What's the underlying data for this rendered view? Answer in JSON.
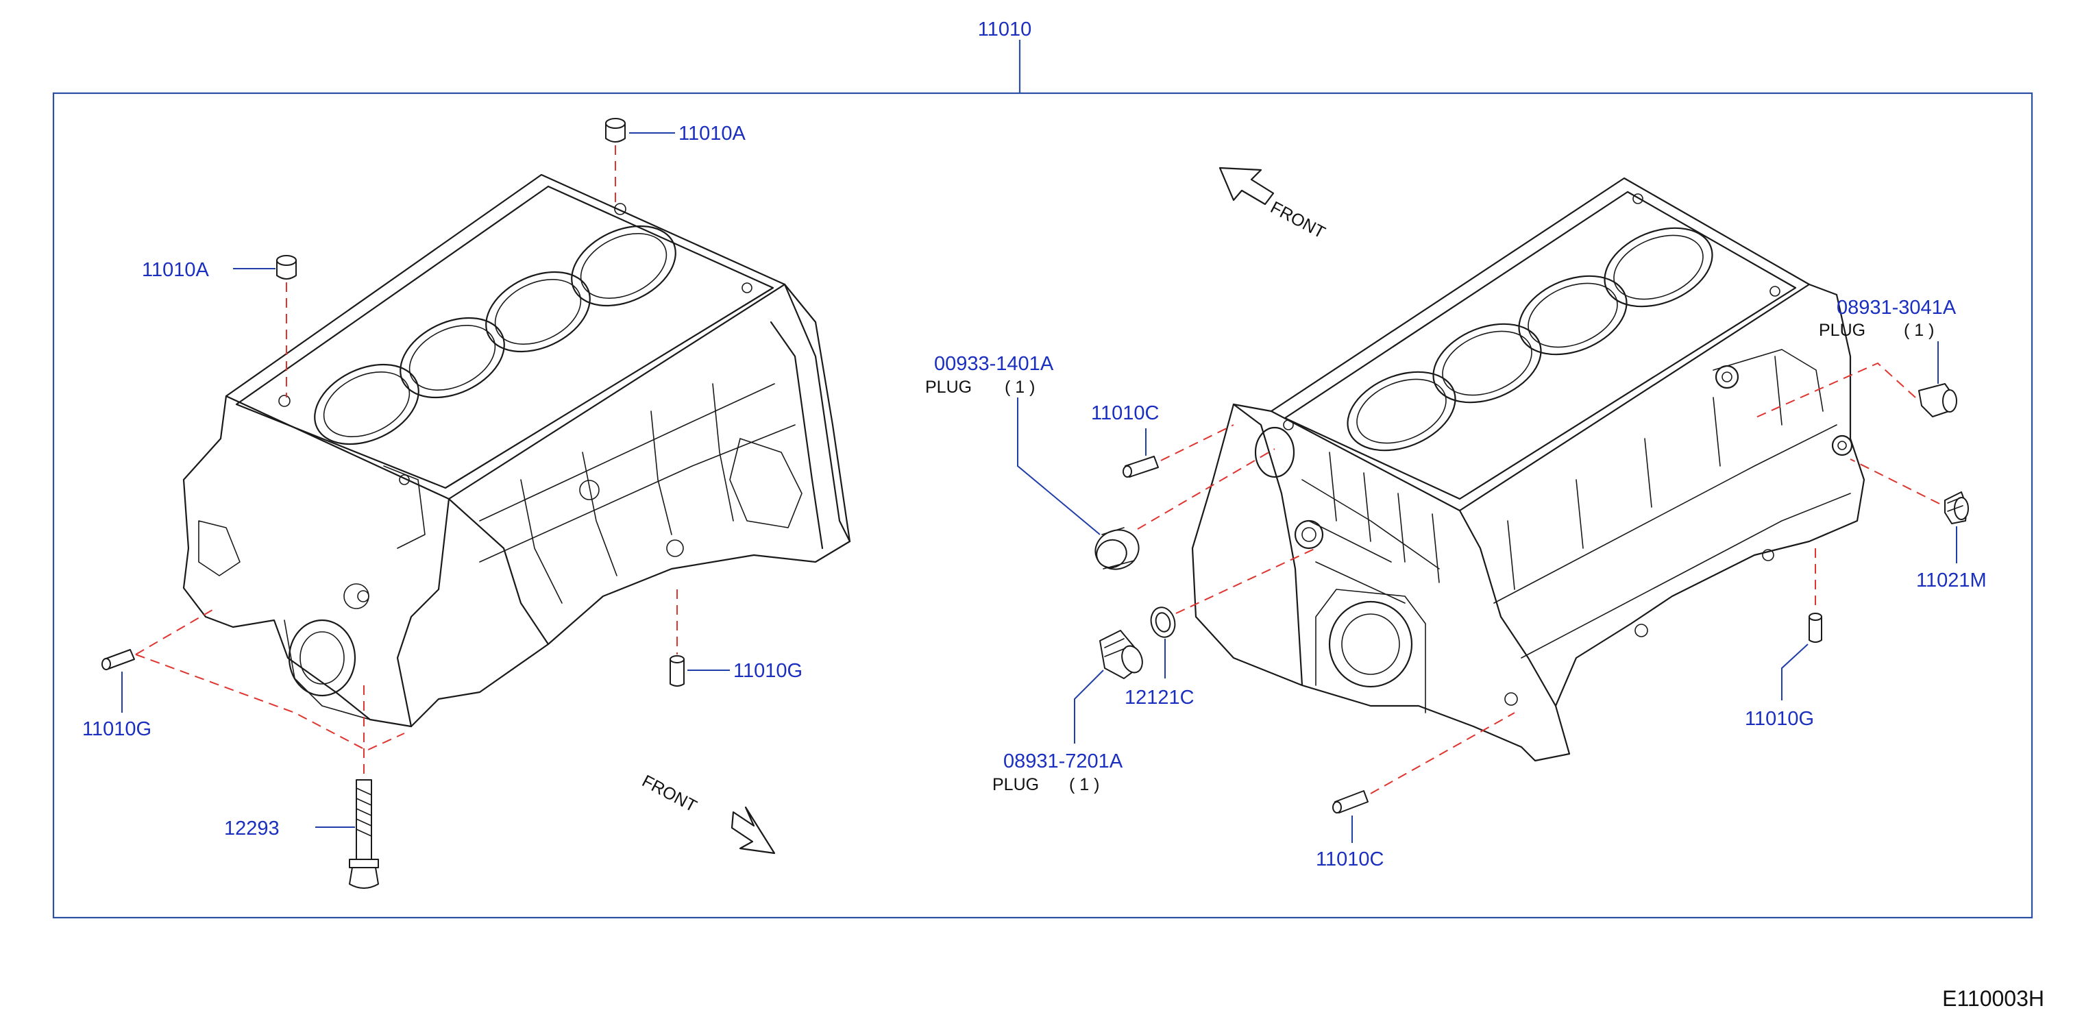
{
  "frame_label": "11010",
  "drawing_code": "E110003H",
  "callouts": {
    "c11010A_top": "11010A",
    "c11010A_left": "11010A",
    "c11010G_left": "11010G",
    "c11010G_mid": "11010G",
    "c12293": "12293",
    "c00933": "00933-1401A",
    "c11010C_top": "11010C",
    "c12121C": "12121C",
    "c08931_7201": "08931-7201A",
    "c11010C_bottom": "11010C",
    "c08931_3041": "08931-3041A",
    "c11021M": "11021M",
    "c11010G_right": "11010G"
  },
  "plug_notes": {
    "plug_00933": {
      "label": "PLUG",
      "qty": "( 1 )"
    },
    "plug_7201": {
      "label": "PLUG",
      "qty": "( 1 )"
    },
    "plug_3041": {
      "label": "PLUG",
      "qty": "( 1 )"
    }
  },
  "front_labels": {
    "front_right": "FRONT",
    "front_left": "FRONT"
  },
  "colors": {
    "part_number": "#1a2fc0",
    "leader_line": "#1f3ea8",
    "frame": "#2b4fa3",
    "dashed_guide": "#e0342f",
    "line_art": "#1a1a1a"
  }
}
